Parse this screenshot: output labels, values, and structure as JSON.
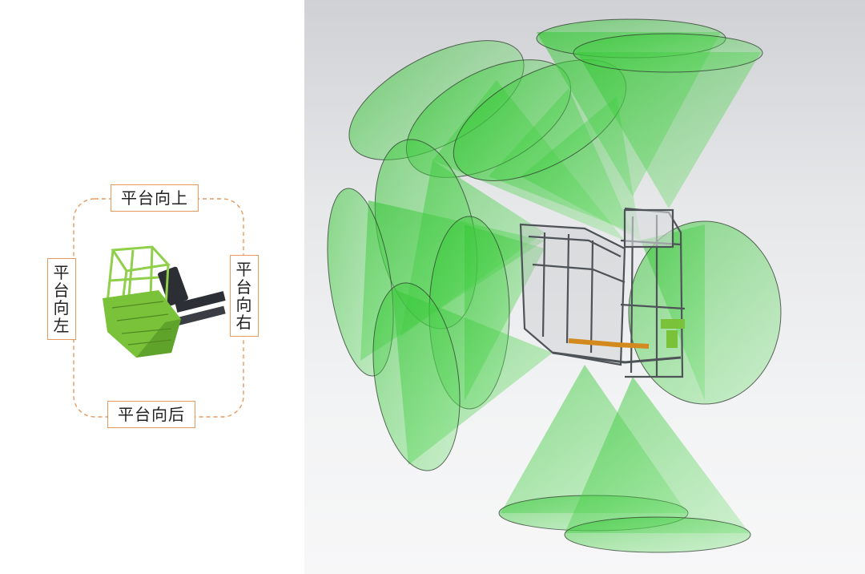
{
  "labels": {
    "up": "平台向上",
    "down": "平台向后",
    "left": "平台向左",
    "right": "平台向右"
  },
  "icons": {
    "platform_photo": "aerial-work-platform-basket",
    "sensor_model": "platform-cad-model-with-sensor-cones"
  },
  "colors": {
    "label_border": "#e79a5f",
    "dashed_frame": "#e79a5f",
    "cone_fill": "#3fcf3f",
    "platform_green": "#7ac23a"
  }
}
